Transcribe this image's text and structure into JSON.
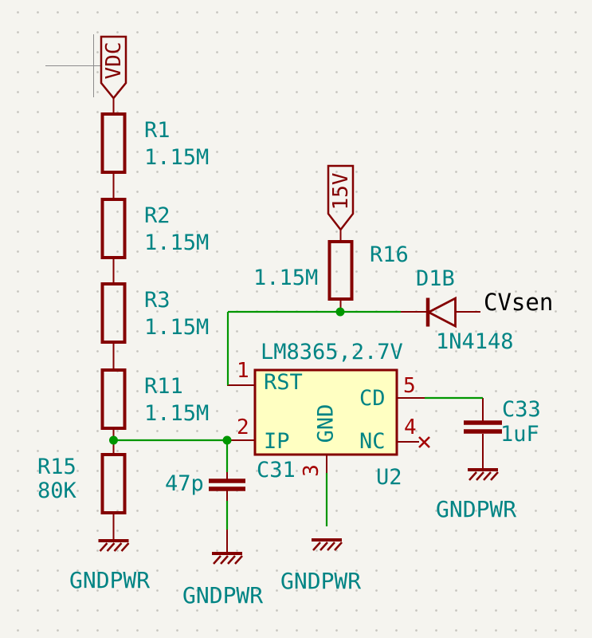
{
  "colors": {
    "background": "#F5F4EF",
    "symbol_outline": "#840000",
    "wire_green": "#009600",
    "field_teal": "#008484",
    "pin_number_red": "#A40000",
    "net_label_black": "#000000",
    "ic_fill": "#FFFFC2"
  },
  "power_flags": {
    "vdc": "VDC",
    "p15v": "15V"
  },
  "ground_label": "GNDPWR",
  "net_label": {
    "cvsen": "CVsen"
  },
  "resistors": [
    {
      "ref": "R1",
      "value": "1.15M"
    },
    {
      "ref": "R2",
      "value": "1.15M"
    },
    {
      "ref": "R3",
      "value": "1.15M"
    },
    {
      "ref": "R11",
      "value": "1.15M"
    },
    {
      "ref": "R15",
      "value": "80K"
    },
    {
      "ref": "R16",
      "value": "1.15M"
    }
  ],
  "capacitors": [
    {
      "ref": "C31",
      "value": "47p"
    },
    {
      "ref": "C33",
      "value": "1uF"
    }
  ],
  "diode": {
    "ref": "D1B",
    "value": "1N4148"
  },
  "ic": {
    "ref": "U2",
    "value": "LM8365,2.7V",
    "pins": [
      {
        "number": "1",
        "name": "RST"
      },
      {
        "number": "2",
        "name": "IP"
      },
      {
        "number": "3",
        "name": "GND"
      },
      {
        "number": "4",
        "name": "NC"
      },
      {
        "number": "5",
        "name": "CD"
      }
    ]
  }
}
